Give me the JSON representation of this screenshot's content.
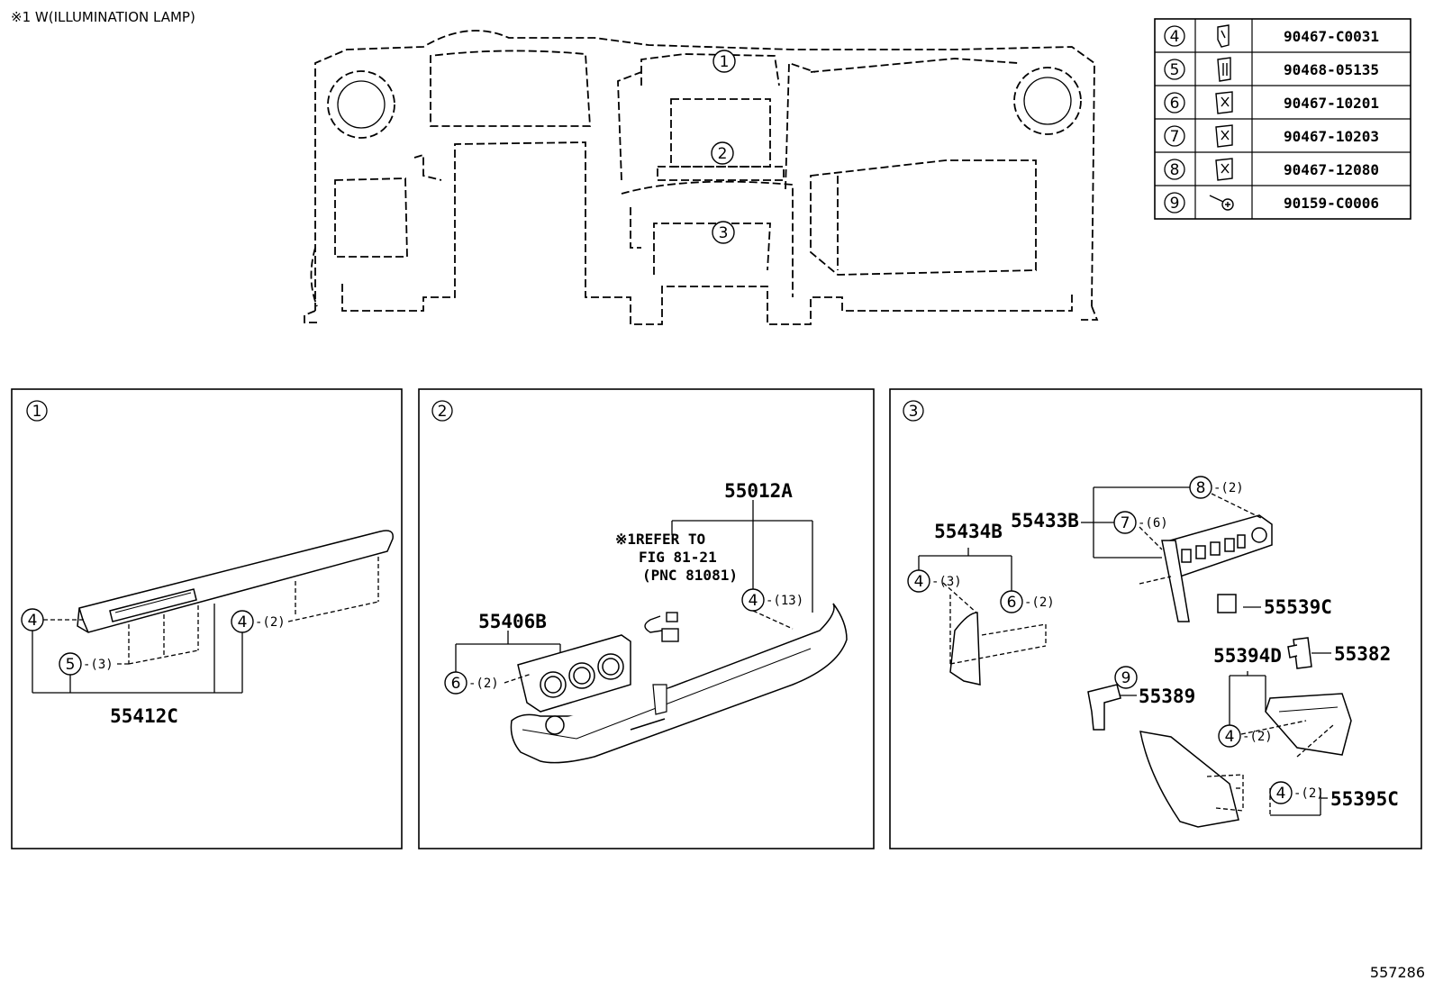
{
  "header_note": "※1 W(ILLUMINATION LAMP)",
  "figure_number": "557286",
  "overview": {
    "callouts": [
      "1",
      "2",
      "3"
    ]
  },
  "fastener_table": [
    {
      "ref": "4",
      "part_number": "90467-C0031",
      "icon": "clip-icon"
    },
    {
      "ref": "5",
      "part_number": "90468-05135",
      "icon": "clip-icon"
    },
    {
      "ref": "6",
      "part_number": "90467-10201",
      "icon": "clip-icon"
    },
    {
      "ref": "7",
      "part_number": "90467-10203",
      "icon": "clip-icon"
    },
    {
      "ref": "8",
      "part_number": "90467-12080",
      "icon": "clip-icon"
    },
    {
      "ref": "9",
      "part_number": "90159-C0006",
      "icon": "screw-icon"
    }
  ],
  "panel1": {
    "label": "1",
    "part": "55412C",
    "callouts": [
      {
        "ref": "4",
        "qty": ""
      },
      {
        "ref": "5",
        "qty": "-(3)"
      },
      {
        "ref": "4",
        "qty": "-(2)"
      }
    ]
  },
  "panel2": {
    "label": "2",
    "part_main": "55012A",
    "part_vent": "55406B",
    "refer_lines": [
      "※1REFER TO",
      "FIG 81-21",
      "(PNC 81081)"
    ],
    "callouts": [
      {
        "ref": "4",
        "qty": "-(13)"
      },
      {
        "ref": "6",
        "qty": "-(2)"
      }
    ]
  },
  "panel3": {
    "label": "3",
    "parts": [
      "55434B",
      "55433B",
      "55539C",
      "55394D",
      "55382",
      "55389",
      "55395C"
    ],
    "callouts": [
      {
        "ref": "8",
        "qty": "-(2)"
      },
      {
        "ref": "7",
        "qty": "-(6)"
      },
      {
        "ref": "4",
        "qty": "-(3)"
      },
      {
        "ref": "6",
        "qty": "-(2)"
      },
      {
        "ref": "9",
        "qty": ""
      },
      {
        "ref": "4",
        "qty": "-(2)"
      },
      {
        "ref": "4",
        "qty": "-(2)"
      }
    ]
  }
}
